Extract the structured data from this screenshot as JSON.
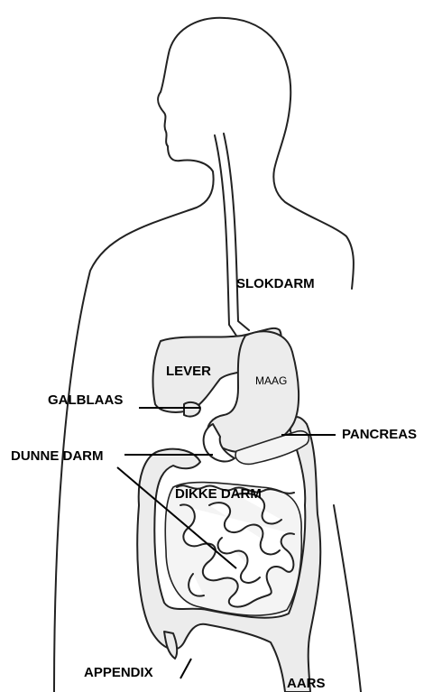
{
  "labels": {
    "slokdarm": "SLOKDARM",
    "lever": "LEVER",
    "maag": "MAAG",
    "galblaas": "GALBLAAS",
    "pancreas": "PANCREAS",
    "dunne_darm": "DUNNE DARM",
    "dikke_darm": "DIKKE DARM",
    "appendix": "APPENDIX",
    "aars": "AARS"
  }
}
